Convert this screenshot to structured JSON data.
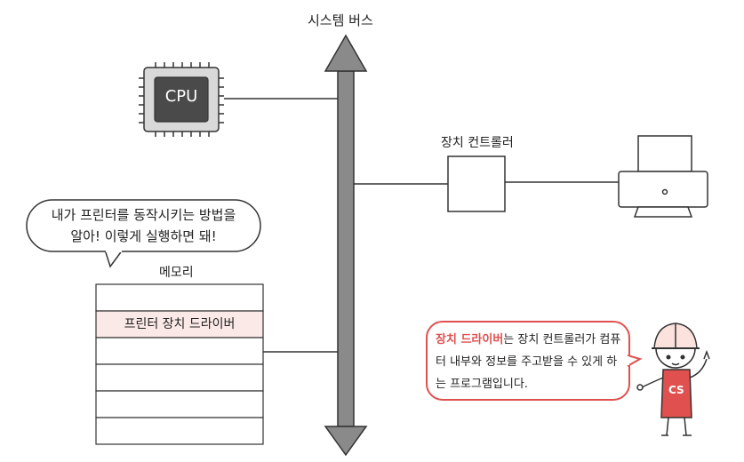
{
  "system_bus": {
    "label": "시스템 버스"
  },
  "cpu": {
    "label": "CPU"
  },
  "device_controller": {
    "label": "장치 컨트롤러"
  },
  "speech_bubble": {
    "line1": "내가 프린터를 동작시키는 방법을",
    "line2": "알아! 이렇게 실행하면 돼!"
  },
  "memory": {
    "label": "메모리",
    "rows": [
      "",
      "프린터 장치 드라이버",
      "",
      "",
      "",
      ""
    ]
  },
  "note": {
    "highlight": "장치 드라이버",
    "rest": "는 장치 컨트롤러가 컴퓨터 내부와 정보를 주고받을 수 있게 하는 프로그램입니다."
  },
  "character": {
    "badge": "CS"
  },
  "colors": {
    "accent": "#e0504f",
    "highlight_row": "#fbe9e7",
    "bus_gray": "#8a8a8a",
    "chip_dark": "#4a4a4a"
  }
}
